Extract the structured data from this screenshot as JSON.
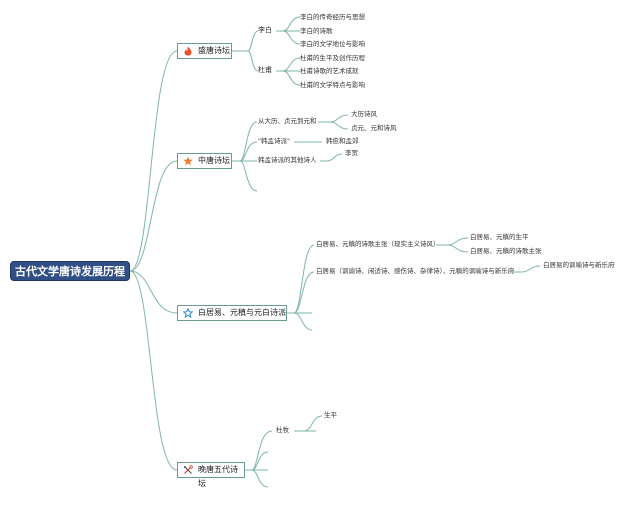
{
  "root": "古代文学唐诗发展历程",
  "branches": [
    {
      "title": "盛唐诗坛",
      "icon": "fire-icon",
      "groups": [
        {
          "label": "李白",
          "items": [
            "李白的传奇经历与思想",
            "李白的诗歌",
            "李白的文学地位与影响"
          ]
        },
        {
          "label": "杜甫",
          "items": [
            "杜甫的生平及创作历程",
            "杜甫诗歌的艺术成就",
            "杜甫的文学特点与影响"
          ]
        }
      ]
    },
    {
      "title": "中唐诗坛",
      "icon": "star-filled-icon",
      "groups": [
        {
          "label": "从大历、贞元到元和",
          "items": [
            "大历诗风",
            "贞元、元和诗风"
          ]
        },
        {
          "label": "\"韩孟诗派\"",
          "items": [
            "韩愈和孟郊"
          ]
        },
        {
          "label": "韩孟诗派的其他诗人",
          "items": [
            "李贺"
          ]
        }
      ]
    },
    {
      "title": "白居易、元稹与元白诗派",
      "icon": "star-outline-icon",
      "groups": [
        {
          "label": "白居易、元稹的诗歌主张（现实主义诗风）",
          "items": [
            "白居易、元稹的生平",
            "白居易、元稹的诗歌主张"
          ]
        },
        {
          "label": "白居易（讽谕诗、闲适诗、感伤诗、杂律诗）、元稹的讽喻诗与新乐府",
          "items": [
            "白居易的讽喻诗与新乐府"
          ]
        }
      ]
    },
    {
      "title": "晚唐五代诗坛",
      "icon": "tools-icon",
      "groups": [
        {
          "label": "杜牧",
          "items": [
            "生平"
          ]
        }
      ]
    }
  ],
  "colors": {
    "root_fill": "#2f4f86",
    "branch_border": "#6a9a96",
    "connector": "#7fb4ae",
    "fire_icon": "#e8532e",
    "star_icon": "#f07d2a",
    "star_outline_icon": "#2c86c9",
    "tools_icon": "#d9452f"
  }
}
